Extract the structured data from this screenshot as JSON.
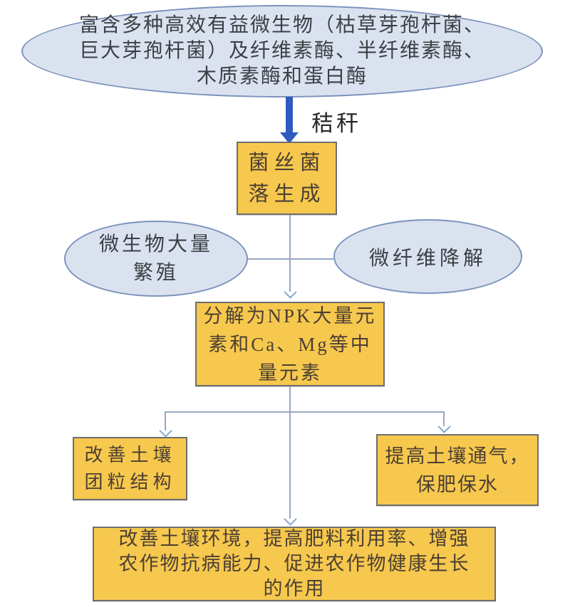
{
  "colors": {
    "box_fill": "#f6c84e",
    "box_border": "#6e6e6e",
    "ellipse_fill": "#dbe2ef",
    "ellipse_border": "#7b93bd",
    "thick_arrow": "#2e5bbf",
    "connector": "#98a8c2",
    "chevron": "#85aacf",
    "box_text": "#4c3f33",
    "ellipse_text": "#3c3f44",
    "label_text": "#262626",
    "background": "#ffffff"
  },
  "nodes": {
    "source": {
      "shape": "ellipse",
      "text": "富含多种高效有益微生物（枯草芽孢杆菌、\n巨大芽孢杆菌）及纤维素酶、半纤维素酶、\n木质素酶和蛋白酶"
    },
    "straw": {
      "shape": "label",
      "text": "秸秆"
    },
    "mycelium": {
      "shape": "rect",
      "text": "菌丝菌\n落生成"
    },
    "microbes": {
      "shape": "ellipse",
      "text": "微生物大量\n繁殖"
    },
    "fiber": {
      "shape": "ellipse",
      "text": "微纤维降解"
    },
    "npk": {
      "shape": "rect",
      "text": "分解为NPK大量元\n素和Ca、Mg等中\n量元素"
    },
    "soil_structure": {
      "shape": "rect",
      "text": "改善土壤\n团粒结构"
    },
    "aeration": {
      "shape": "rect",
      "text": "提高土壤通气，\n保肥保水"
    },
    "outcome": {
      "shape": "rect",
      "text": "改善土壤环境，提高肥料利用率、增强\n农作物抗病能力、促进农作物健康生长\n的作用"
    }
  }
}
